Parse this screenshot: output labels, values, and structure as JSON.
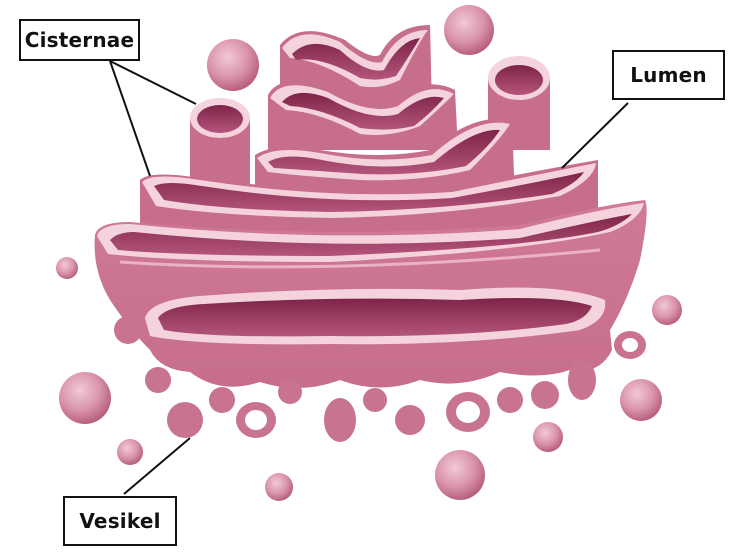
{
  "diagram": {
    "labels": {
      "cisternae": "Cisternae",
      "lumen": "Lumen",
      "vesikel": "Vesikel"
    },
    "colors": {
      "membrane": "#c76a8a",
      "membrane_light": "#e9b3c4",
      "membrane_rim": "#f4d3dd",
      "lumen_dark": "#8c2d52",
      "vesicle": "#d996ad",
      "leader_line": "#111111",
      "label_border": "#111111"
    }
  }
}
